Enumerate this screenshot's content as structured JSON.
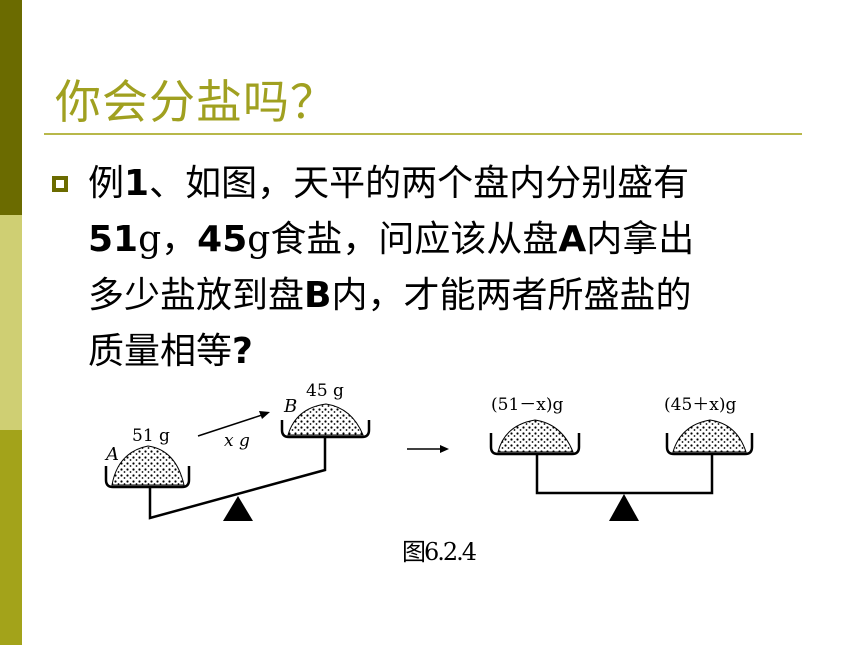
{
  "slide": {
    "title": "你会分盐吗？",
    "problem_lines": {
      "l1_prefix": "例",
      "l1_num": "1",
      "l1_rest": "、如图，天平的两个盘内分别盛有",
      "l2_a": "51",
      "l2_g1": "g",
      "l2_sep": "，",
      "l2_b": "45",
      "l2_g2": "g",
      "l2_mid": "食盐，问应该从盘",
      "l2_A": "A",
      "l2_end": "内拿出",
      "l3_start": "多少盐放到盘",
      "l3_B": "B",
      "l3_end": "内，才能两者所盛盐的",
      "l4_text": "质量相等",
      "l4_q": "?"
    }
  },
  "figure": {
    "left_pan_label": "A",
    "left_pan_mass": "51 g",
    "right_pan_label": "B",
    "right_pan_mass": "45 g",
    "transfer_label": "x g",
    "balanced_left": "(51－x)g",
    "balanced_right": "(45＋x)g",
    "caption": "图6.2.4"
  }
}
